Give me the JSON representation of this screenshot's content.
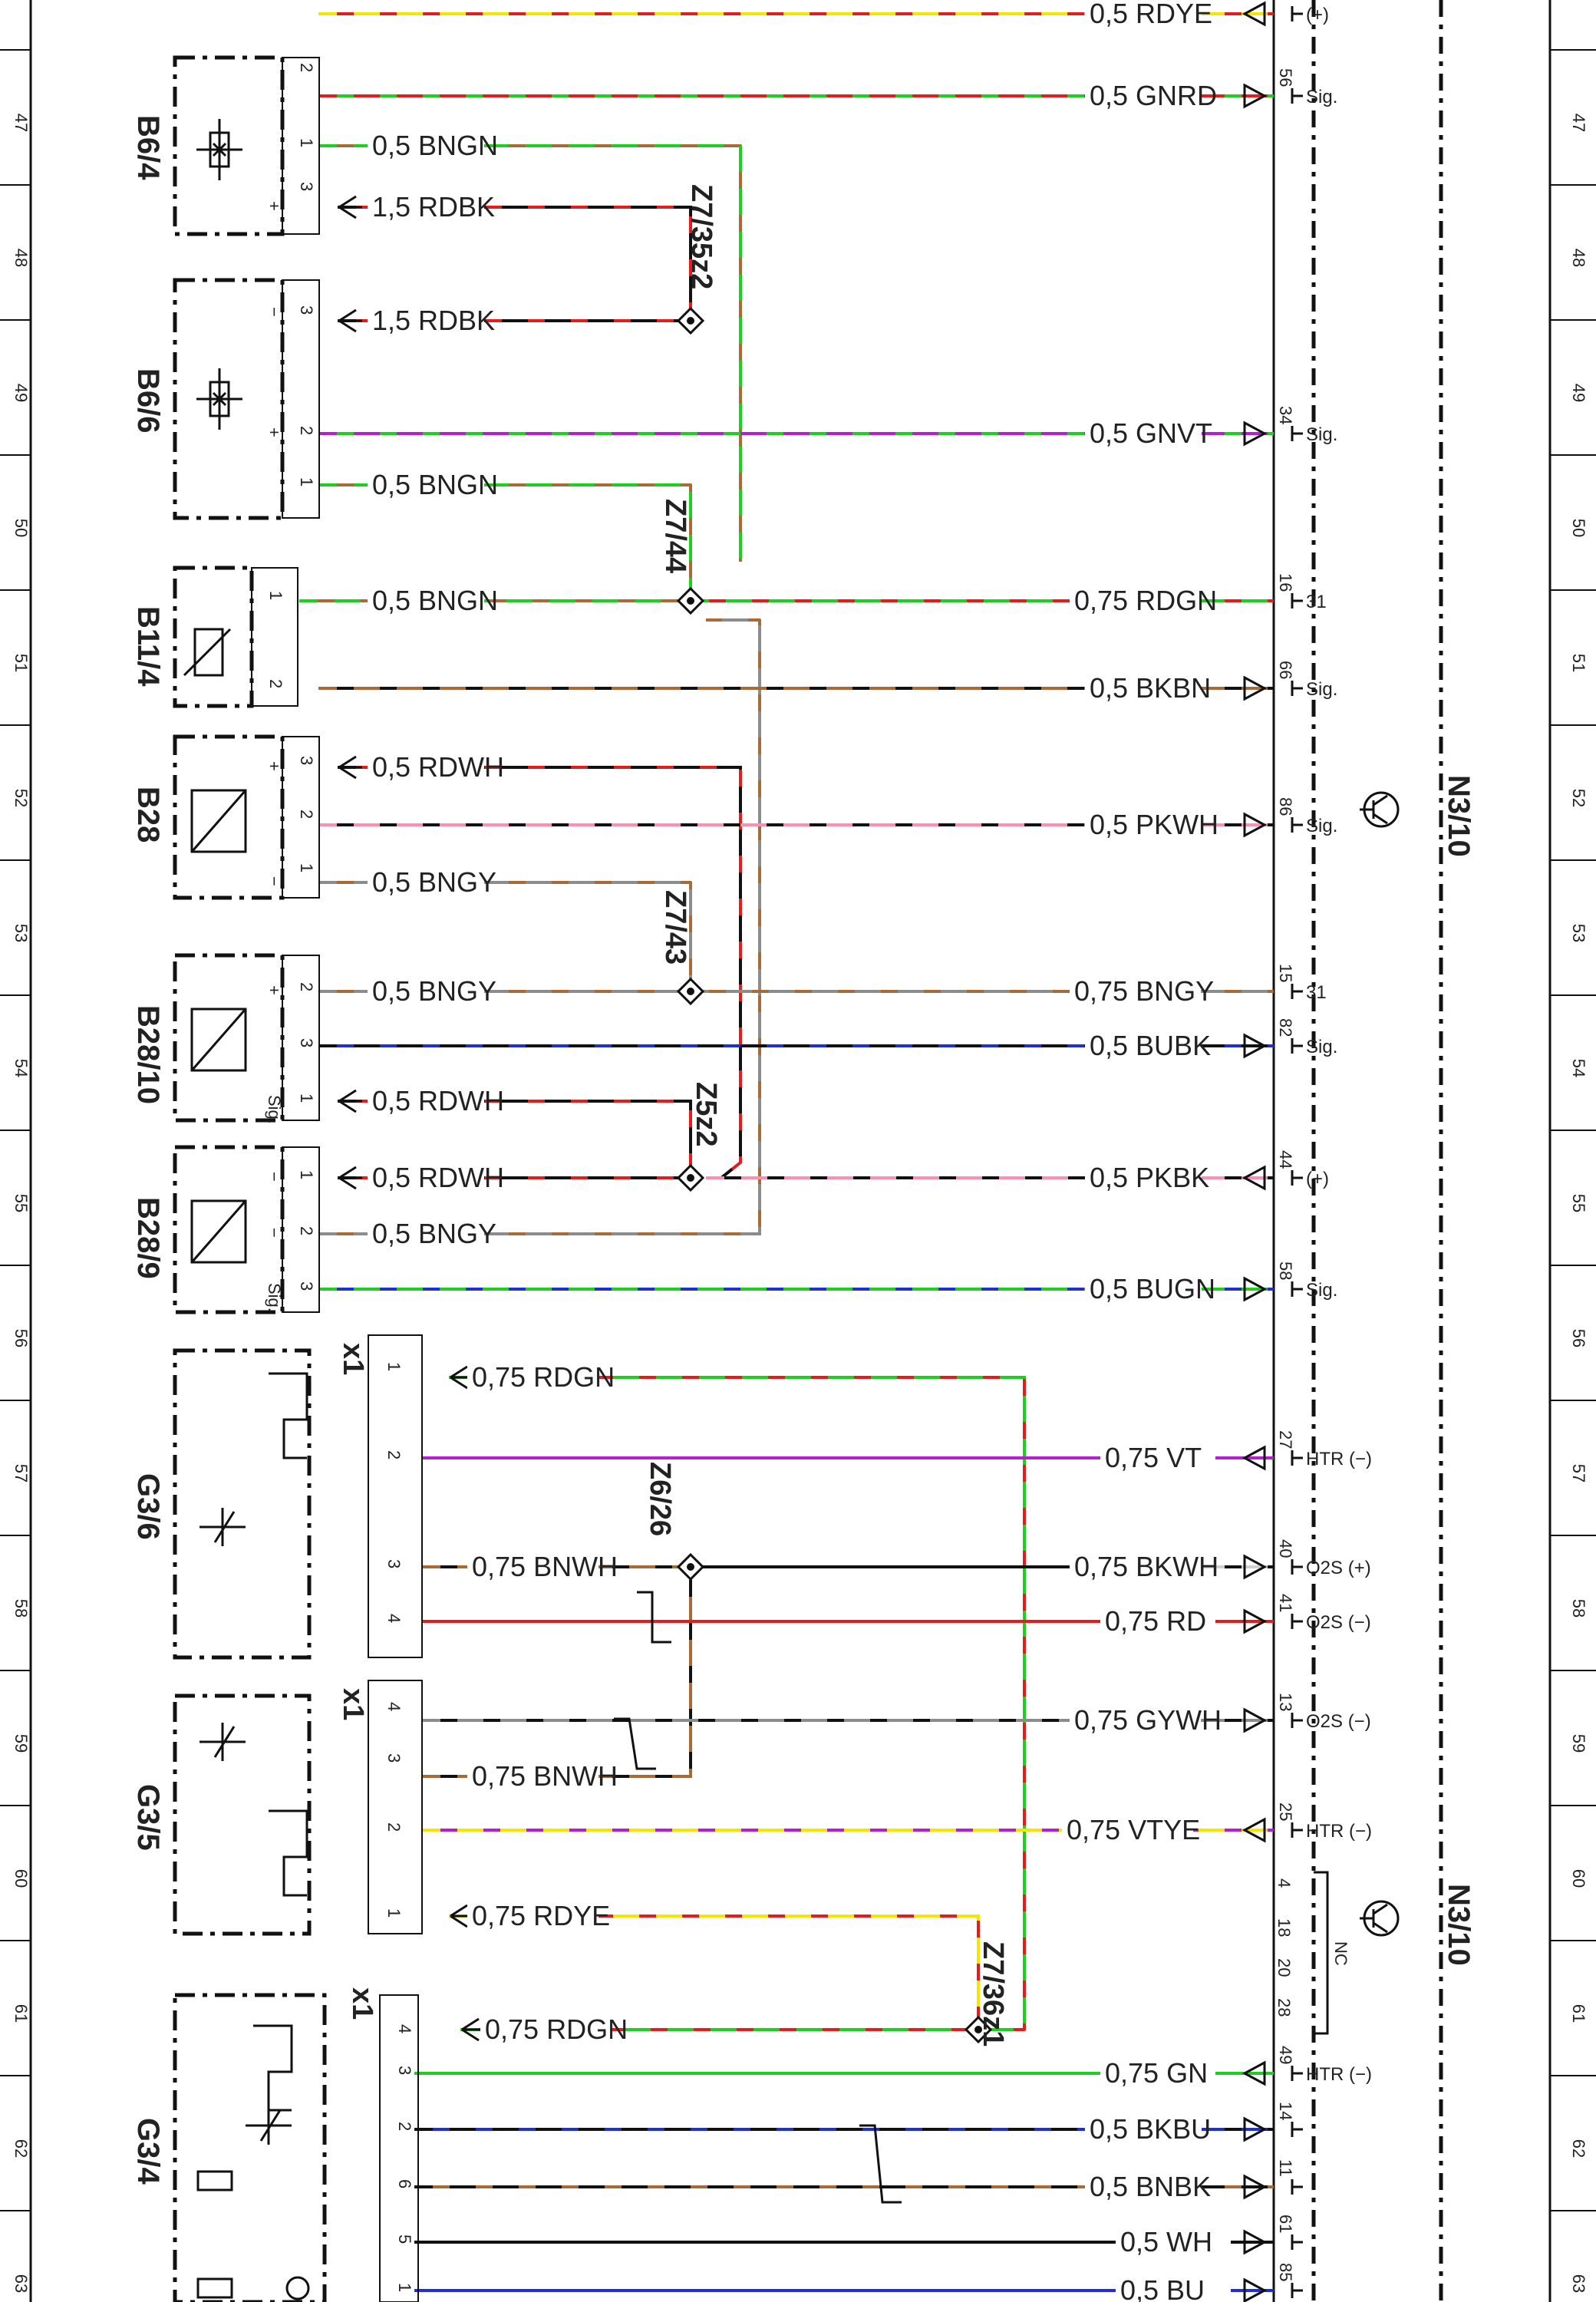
{
  "colors": {
    "RD": "#e31d1d",
    "GN": "#1fcf1f",
    "YE": "#f3e600",
    "BN": "#a66b37",
    "BK": "#111111",
    "WH": "#d0d0d0",
    "GY": "#8c8c8c",
    "VT": "#b41fd0",
    "BU": "#1f2fd0",
    "PK": "#ff8fb0"
  },
  "grid_numbers": [
    "47",
    "48",
    "49",
    "50",
    "51",
    "52",
    "53",
    "54",
    "55",
    "56",
    "57",
    "58",
    "59",
    "60",
    "61",
    "62",
    "63"
  ],
  "components": [
    {
      "id": "B6/4"
    },
    {
      "id": "B6/6"
    },
    {
      "id": "B11/4"
    },
    {
      "id": "B28"
    },
    {
      "id": "B28/10"
    },
    {
      "id": "B28/9"
    },
    {
      "id": "G3/6"
    },
    {
      "id": "G3/5"
    },
    {
      "id": "G3/4"
    }
  ],
  "control_unit": {
    "label_upper": "N3/10",
    "label_lower": "N3/10"
  },
  "splices": [
    {
      "name": "Z7/35z2"
    },
    {
      "name": "Z7/44"
    },
    {
      "name": "Z7/43"
    },
    {
      "name": "Z5z2"
    },
    {
      "name": "Z6/26"
    },
    {
      "name": "Z7/36z1"
    }
  ],
  "connector_tags": [
    "x1",
    "x1",
    "x1"
  ],
  "nc_label": "NC",
  "left_wires": [
    {
      "label": "0,5 BNGN",
      "colors": [
        "BN",
        "GN"
      ]
    },
    {
      "label": "1,5 RDBK",
      "colors": [
        "RD",
        "BK"
      ]
    },
    {
      "label": "1,5 RDBK",
      "colors": [
        "RD",
        "BK"
      ]
    },
    {
      "label": "0,5 BNGN",
      "colors": [
        "BN",
        "GN"
      ]
    },
    {
      "label": "0,5 BNGN",
      "colors": [
        "BN",
        "GN"
      ]
    },
    {
      "label": "0,5 RDWH",
      "colors": [
        "RD",
        "BK"
      ]
    },
    {
      "label": "0,5 BNGY",
      "colors": [
        "BN",
        "GY"
      ]
    },
    {
      "label": "0,5 BNGY",
      "colors": [
        "BN",
        "GY"
      ]
    },
    {
      "label": "0,5 RDWH",
      "colors": [
        "RD",
        "BK"
      ]
    },
    {
      "label": "0,5 RDWH",
      "colors": [
        "RD",
        "BK"
      ]
    },
    {
      "label": "0,5 BNGY",
      "colors": [
        "BN",
        "GY"
      ]
    },
    {
      "label": "0,75 RDGN",
      "colors": [
        "RD",
        "GN"
      ]
    },
    {
      "label": "0,75 BNWH",
      "colors": [
        "BK",
        "BN"
      ]
    },
    {
      "label": "0,75 BNWH",
      "colors": [
        "BK",
        "BN"
      ]
    },
    {
      "label": "0,75 RDYE",
      "colors": [
        "RD",
        "YE"
      ]
    },
    {
      "label": "0,75 RDGN",
      "colors": [
        "RD",
        "GN"
      ]
    }
  ],
  "right_wires": [
    {
      "label": "0,5 RDYE",
      "pin": "",
      "term": "(+)",
      "colors": [
        "RD",
        "YE"
      ]
    },
    {
      "label": "0,5 GNRD",
      "pin": "56",
      "term": "Sig.",
      "colors": [
        "GN",
        "RD"
      ]
    },
    {
      "label": "0,5 GNVT",
      "pin": "34",
      "term": "Sig.",
      "colors": [
        "GN",
        "VT"
      ]
    },
    {
      "label": "0,75 RDGN",
      "pin": "16",
      "term": "31",
      "colors": [
        "RD",
        "GN"
      ]
    },
    {
      "label": "0,5 BKBN",
      "pin": "66",
      "term": "Sig.",
      "colors": [
        "BK",
        "BN"
      ]
    },
    {
      "label": "0,5 PKWH",
      "pin": "86",
      "term": "Sig.",
      "colors": [
        "BK",
        "PK"
      ]
    },
    {
      "label": "0,75 BNGY",
      "pin": "15",
      "term": "31",
      "colors": [
        "BN",
        "GY"
      ]
    },
    {
      "label": "0,5 BUBK",
      "pin": "82",
      "term": "Sig.",
      "colors": [
        "BU",
        "BK"
      ]
    },
    {
      "label": "0,5 PKBK",
      "pin": "44",
      "term": "(+)",
      "colors": [
        "BK",
        "PK"
      ]
    },
    {
      "label": "0,5 BUGN",
      "pin": "58",
      "term": "Sig.",
      "colors": [
        "BU",
        "GN"
      ]
    },
    {
      "label": "0,75 VT",
      "pin": "27",
      "term": "HTR (−)",
      "colors": [
        "VT"
      ]
    },
    {
      "label": "0,75 BKWH",
      "pin": "40",
      "term": "O2S (+)",
      "colors": [
        "BK",
        "WH"
      ]
    },
    {
      "label": "0,75 RD",
      "pin": "41",
      "term": "O2S (−)",
      "colors": [
        "RD"
      ]
    },
    {
      "label": "0,75 GYWH",
      "pin": "13",
      "term": "O2S (−)",
      "colors": [
        "BK",
        "GY"
      ]
    },
    {
      "label": "0,75 VTYE",
      "pin": "25",
      "term": "HTR (−)",
      "colors": [
        "VT",
        "YE"
      ]
    },
    {
      "label": "0,75 GN",
      "pin": "49",
      "term": "HTR (−)",
      "colors": [
        "GN"
      ]
    },
    {
      "label": "0,5 BKBU",
      "pin": "14",
      "term": "",
      "colors": [
        "BK",
        "BU"
      ]
    },
    {
      "label": "0,5 BNBK",
      "pin": "11",
      "term": "",
      "colors": [
        "BN",
        "BK"
      ]
    },
    {
      "label": "0,5 WH",
      "pin": "61",
      "term": "",
      "colors": [
        "BK"
      ]
    },
    {
      "label": "0,5 BU",
      "pin": "85",
      "term": "",
      "colors": [
        "BU"
      ]
    }
  ],
  "nc_pins": [
    "4",
    "18",
    "20",
    "28"
  ],
  "component_pins": [
    "2",
    "1",
    "3",
    "3",
    "2",
    "1",
    "1",
    "2",
    "3",
    "2",
    "1",
    "2",
    "3",
    "1",
    "1",
    "2",
    "3",
    "1",
    "2",
    "3",
    "4",
    "4",
    "3",
    "2",
    "1",
    "4",
    "3",
    "2",
    "6",
    "5",
    "1"
  ],
  "pin_signs": [
    "+",
    "−",
    "+",
    "+",
    "−",
    "+",
    "Sig.",
    "−",
    "−",
    "Sig.",
    "+",
    "+",
    "−",
    "Sig."
  ]
}
